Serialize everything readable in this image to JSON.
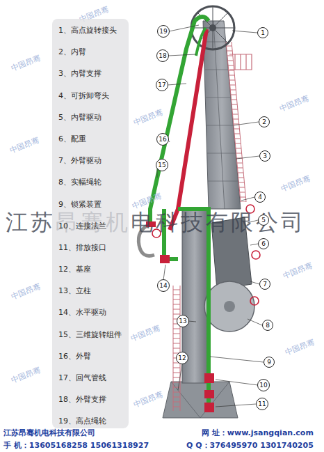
{
  "diagram": {
    "nodes": [
      {
        "text": [
          "1、高点旋转接头",
          "2、内臂",
          "3、内臂支撑",
          "4、可拆卸弯头",
          "5、内臂驱动",
          "6、配重",
          "7、外臂驱动",
          "8、实幅绳轮",
          "9、锁紧装置",
          "10、连接法兰",
          "11、排放接口",
          "12、基座",
          "13、立柱",
          "14、水平驱动",
          "15、三维旋转组件",
          "16、外臂",
          "17、回气管线",
          "18、外臂支撑",
          "19、高点绳轮"
        ]
      },
      {
        "text": [
          "1"
        ]
      },
      {
        "text": [
          "2"
        ]
      },
      {
        "text": [
          "3"
        ]
      },
      {
        "text": [
          "4"
        ]
      },
      {
        "text": [
          "5"
        ]
      },
      {
        "text": [
          "6"
        ]
      },
      {
        "text": [
          "7"
        ]
      },
      {
        "text": [
          "8"
        ]
      },
      {
        "text": [
          "9"
        ]
      },
      {
        "text": [
          "10"
        ]
      },
      {
        "text": [
          "11"
        ]
      },
      {
        "text": [
          "12"
        ]
      },
      {
        "text": [
          "13"
        ]
      },
      {
        "text": [
          "14"
        ]
      },
      {
        "text": [
          "15"
        ]
      },
      {
        "text": [
          "16"
        ]
      },
      {
        "text": [
          "17"
        ]
      },
      {
        "text": [
          "18"
        ]
      },
      {
        "text": [
          "19"
        ]
      }
    ],
    "labels": [
      "中国昂骞",
      "中国昂骞",
      "中国昂骞",
      "中国昂骞",
      "中国昂骞",
      "中国昂骞",
      "中国昂骞",
      "中国昂骞",
      "中国昂骞",
      "中国昂骞",
      "中国昂骞",
      "中国昂骞",
      "中国昂骞",
      "江苏昂骞机电科技有限公司",
      "江苏昂骞机电科技有限公司",
      "网 址：www.jsangqian.com",
      "手 机：13605168258 15061318927",
      "Q Q：376495970 1301740205"
    ]
  }
}
